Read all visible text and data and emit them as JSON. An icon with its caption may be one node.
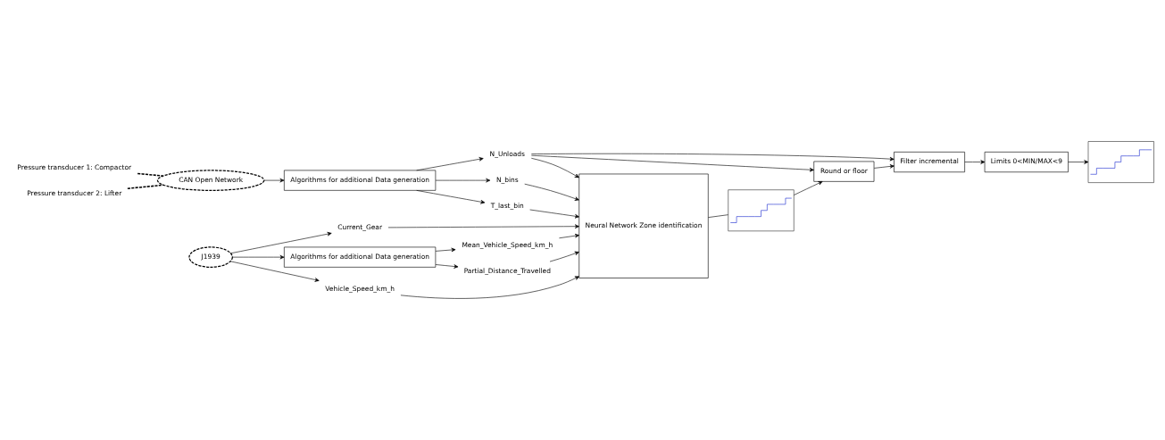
{
  "diagram": {
    "nodes": [
      {
        "text": [
          "Pressure transducer 1: Compactor"
        ]
      },
      {
        "text": [
          "Pressure transducer 2: Lifter"
        ]
      },
      {
        "text": [
          "J1939"
        ]
      },
      {
        "text": [
          "CAN Open Network"
        ]
      },
      {
        "text": [
          "Algorithms for additional Data generation"
        ]
      },
      {
        "text": [
          "Algorithms for additional Data generation"
        ]
      },
      {
        "text": [
          "Vehicle_Speed_km_h"
        ]
      },
      {
        "text": [
          "Current_Gear"
        ]
      },
      {
        "text": [
          "Partial_Distance_Travelled"
        ]
      },
      {
        "text": [
          "Mean_Vehicle_Speed_km_h"
        ]
      },
      {
        "text": [
          "N_bins"
        ]
      },
      {
        "text": [
          "T_last_bin"
        ]
      },
      {
        "text": [
          "N_Unloads"
        ]
      },
      {
        "text": [
          "Neural Network Zone identification"
        ]
      },
      {
        "text": [],
        "shape": "picture"
      },
      {
        "text": [
          "Round or floor"
        ]
      },
      {
        "text": [
          "Filter incremental"
        ]
      },
      {
        "text": [
          "Limits 0<MIN/MAX<9"
        ]
      },
      {
        "text": [],
        "shape": "picture"
      }
    ],
    "edges": [
      {
        "from": 0,
        "to": 3,
        "arrow": "none",
        "style": "dashed"
      },
      {
        "from": 1,
        "to": 3,
        "arrow": "none",
        "style": "dashed"
      },
      {
        "from": 2,
        "to": 6,
        "arrow": "to"
      },
      {
        "from": 2,
        "to": 7,
        "arrow": "to"
      },
      {
        "from": 2,
        "to": 4,
        "arrow": "to"
      },
      {
        "from": 4,
        "to": 8,
        "arrow": "to"
      },
      {
        "from": 4,
        "to": 9,
        "arrow": "to"
      },
      {
        "from": 3,
        "to": 5,
        "arrow": "to"
      },
      {
        "from": 5,
        "to": 10,
        "arrow": "to"
      },
      {
        "from": 5,
        "to": 11,
        "arrow": "to"
      },
      {
        "from": 5,
        "to": 12,
        "arrow": "to"
      },
      {
        "from": 6,
        "to": 13,
        "arrow": "to"
      },
      {
        "from": 7,
        "to": 13,
        "arrow": "to"
      },
      {
        "from": 8,
        "to": 13,
        "arrow": "to"
      },
      {
        "from": 9,
        "to": 13,
        "arrow": "to"
      },
      {
        "from": 10,
        "to": 13,
        "arrow": "to"
      },
      {
        "from": 11,
        "to": 13,
        "arrow": "to"
      },
      {
        "from": 12,
        "to": 13,
        "arrow": "to"
      },
      {
        "from": 13,
        "to": 14,
        "arrow": "none"
      },
      {
        "from": 14,
        "to": 15,
        "arrow": "to"
      },
      {
        "from": 12,
        "to": 16,
        "arrow": "to"
      },
      {
        "from": 12,
        "to": 15,
        "arrow": "to"
      },
      {
        "from": 15,
        "to": 16,
        "arrow": "to"
      },
      {
        "from": 16,
        "to": 17,
        "arrow": "to"
      },
      {
        "from": 17,
        "to": 18,
        "arrow": "to"
      }
    ]
  }
}
